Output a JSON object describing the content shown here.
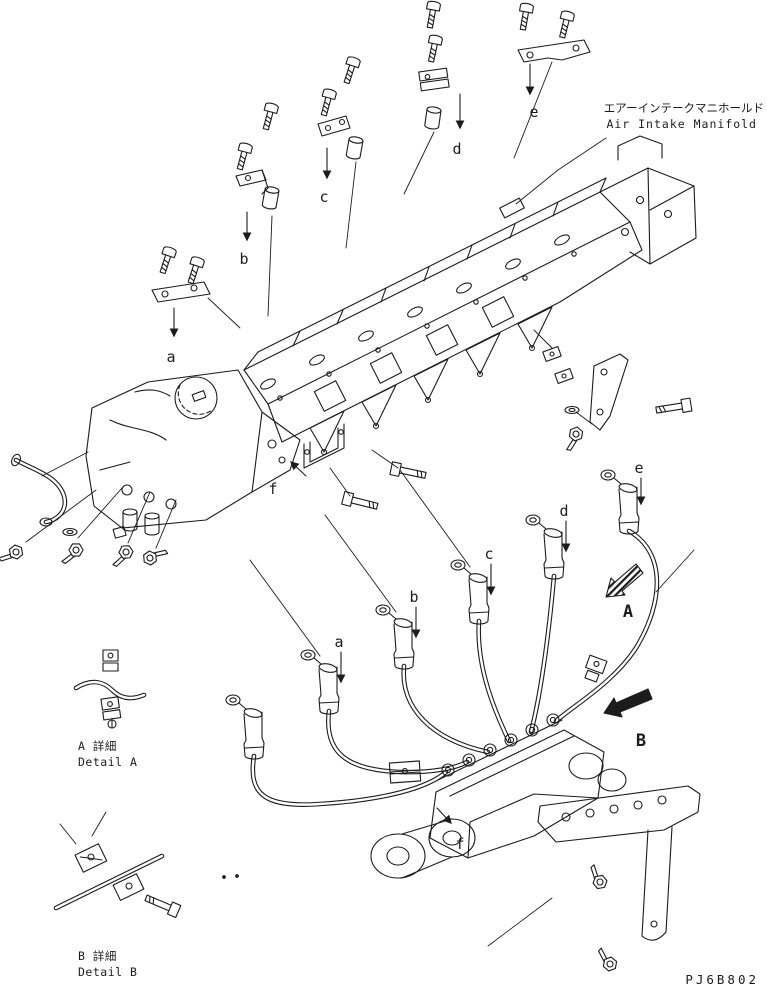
{
  "page": {
    "background": "#ffffff",
    "line_color": "#1c1c1c"
  },
  "header": {
    "title_ja": "エアーインテークマニホールド",
    "title_en": "Air Intake Manifold"
  },
  "callouts": {
    "manifold": [
      "a",
      "b",
      "c",
      "d",
      "e",
      "f"
    ],
    "fuel_lines": [
      "a",
      "b",
      "c",
      "d",
      "e",
      "f"
    ],
    "view_arrows": [
      "A",
      "B"
    ]
  },
  "details": {
    "a": {
      "label_ja": "A 詳細",
      "label_en": "Detail A"
    },
    "b": {
      "label_ja": "B 詳細",
      "label_en": "Detail B"
    }
  },
  "footer": {
    "drawing_number": "PJ6B802"
  }
}
